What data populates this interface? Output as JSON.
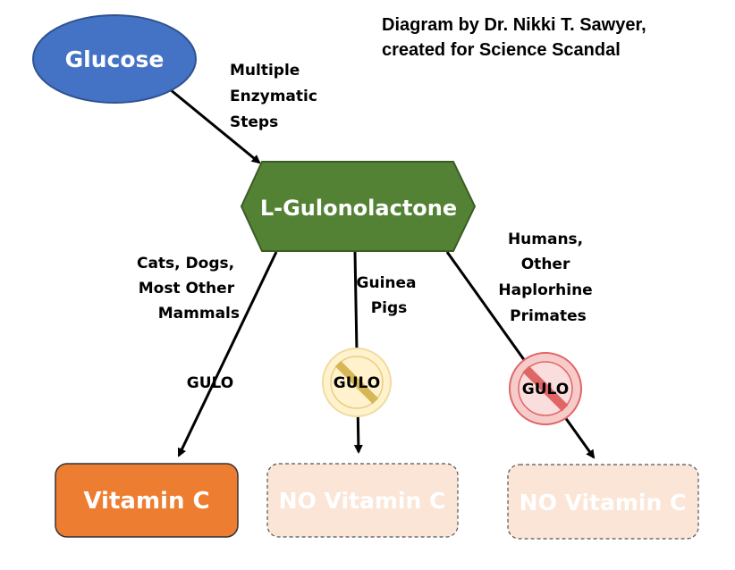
{
  "credit": {
    "line1": "Diagram by Dr. Nikki T. Sawyer,",
    "line2": "created for Science Scandal"
  },
  "nodes": {
    "glucose": "Glucose",
    "gulonolactone": "L-Gulonolactone",
    "vitc_cats": "Vitamin C",
    "vitc_guinea": "NO Vitamin C",
    "vitc_humans": "NO Vitamin C"
  },
  "edges": {
    "enzymatic": [
      "Multiple",
      "Enzymatic",
      "Steps"
    ],
    "cats": [
      "Cats, Dogs,",
      "Most Other",
      "Mammals"
    ],
    "guinea": [
      "Guinea",
      "Pigs"
    ],
    "humans": [
      "Humans,",
      "Other",
      "Haplorhine",
      "Primates"
    ]
  },
  "enzyme": {
    "cats": "GULO",
    "guinea": "GULO",
    "humans": "GULO"
  },
  "icons": {
    "guinea_block": "prohibition-icon",
    "humans_block": "prohibition-icon"
  },
  "colors": {
    "glucose_fill": "#4472C4",
    "gulonolactone_fill": "#548235",
    "vitamin_c_fill": "#ED7D31",
    "no_vitamin_c_fill": "#FBE5D6",
    "no_vitamin_c_text": "#ffffff",
    "guinea_prohibition": "#FFF2CC",
    "humans_prohibition": "#F8CBCB"
  }
}
